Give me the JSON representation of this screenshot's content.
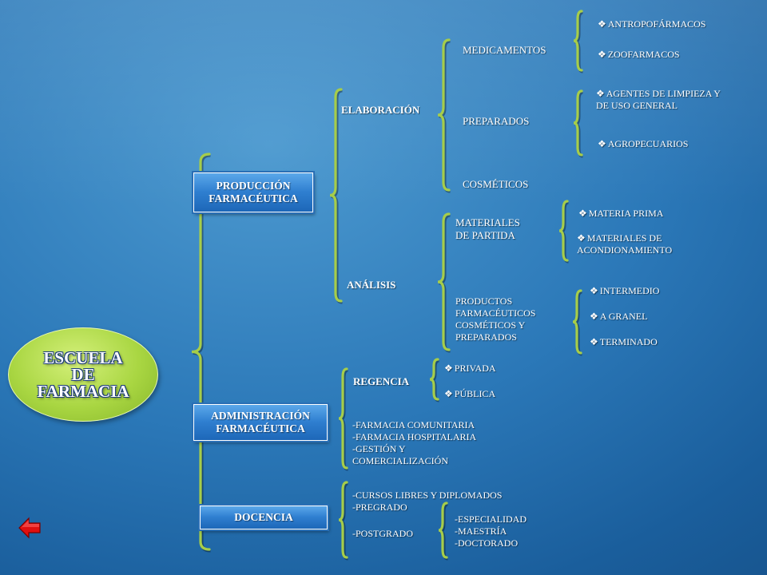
{
  "root": {
    "label": "ESCUELA\nDE\nFARMACIA"
  },
  "bullet_glyph": "❖",
  "boxes": {
    "produccion": "PRODUCCIÓN\nFARMACÉUTICA",
    "administracion": "ADMINISTRACIÓN\nFARMACÉUTICA",
    "docencia": "DOCENCIA"
  },
  "produccion": {
    "elaboracion": "ELABORACIÓN",
    "analisis": "ANÁLISIS",
    "medicamentos": "MEDICAMENTOS",
    "preparados": "PREPARADOS",
    "cosmeticos": "COSMÉTICOS",
    "medicamentos_items": [
      "ANTROPOFÁRMACOS",
      "ZOOFARMACOS"
    ],
    "preparados_items": [
      "AGENTES DE LIMPIEZA Y\nDE USO GENERAL",
      "AGROPECUARIOS"
    ],
    "materiales": "MATERIALES\nDE PARTIDA",
    "productos": "PRODUCTOS\nFARMACÉUTICOS\nCOSMÉTICOS Y\nPREPARADOS",
    "materiales_items": [
      "MATERIA PRIMA",
      "MATERIALES DE\nACONDIONAMIENTO"
    ],
    "productos_items": [
      "INTERMEDIO",
      "A GRANEL",
      "TERMINADO"
    ]
  },
  "administracion": {
    "regencia": "REGENCIA",
    "regencia_items": [
      "PRIVADA",
      "PÚBLICA"
    ],
    "list": "-FARMACIA COMUNITARIA\n-FARMACIA HOSPITALARIA\n-GESTIÓN Y\nCOMERCIALIZACIÓN"
  },
  "docencia": {
    "list": "-CURSOS LIBRES Y DIPLOMADOS\n-PREGRADO",
    "postgrado": "-POSTGRADO",
    "postgrado_items": "-ESPECIALIDAD\n-MAESTRÍA\n-DOCTORADO"
  },
  "colors": {
    "brace": "#a6cd4a",
    "box": "#2f7fd0",
    "root": "#a9d642",
    "arrow": "#e01010"
  },
  "icons": {
    "back": "back-arrow-icon"
  }
}
